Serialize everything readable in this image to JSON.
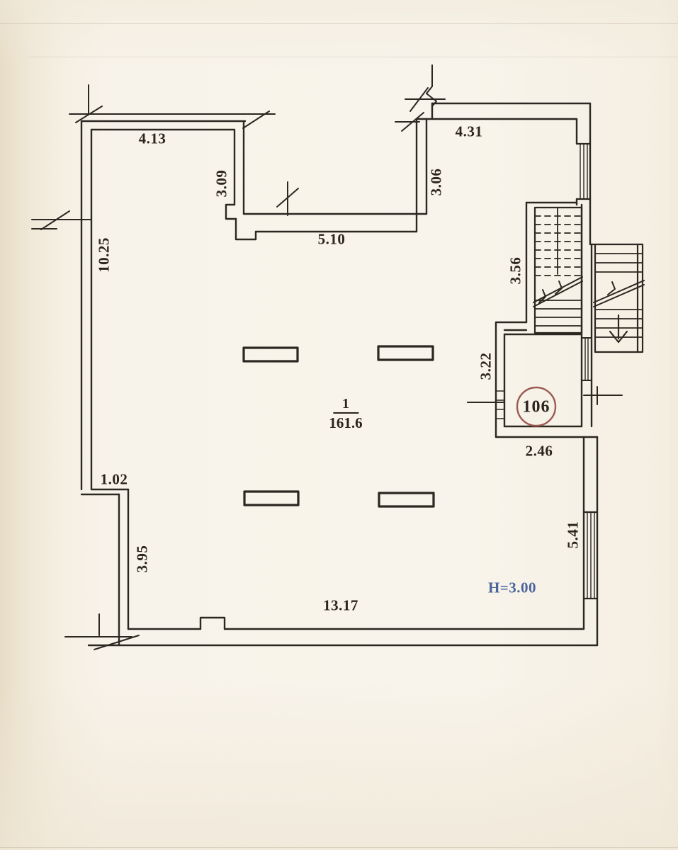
{
  "plan": {
    "title": "apartment-floor-plan-scan",
    "dims": {
      "d413": "4.13",
      "d309": "3.09",
      "d431": "4.31",
      "d306": "3.06",
      "d510": "5.10",
      "d1025": "10.25",
      "d356": "3.56",
      "d322": "3.22",
      "d246": "2.46",
      "d102": "1.02",
      "d395": "3.95",
      "d541": "5.41",
      "d1317": "13.17"
    },
    "room_main": {
      "number": "1",
      "area": "161.6"
    },
    "room_106": {
      "number": "106"
    },
    "notes": {
      "height": "H=3.00"
    },
    "colors": {
      "ink": "#2b2721",
      "red_circle": "#9b5a52",
      "blue_note": "#4a659c",
      "paper": "#f7f2e9"
    }
  }
}
